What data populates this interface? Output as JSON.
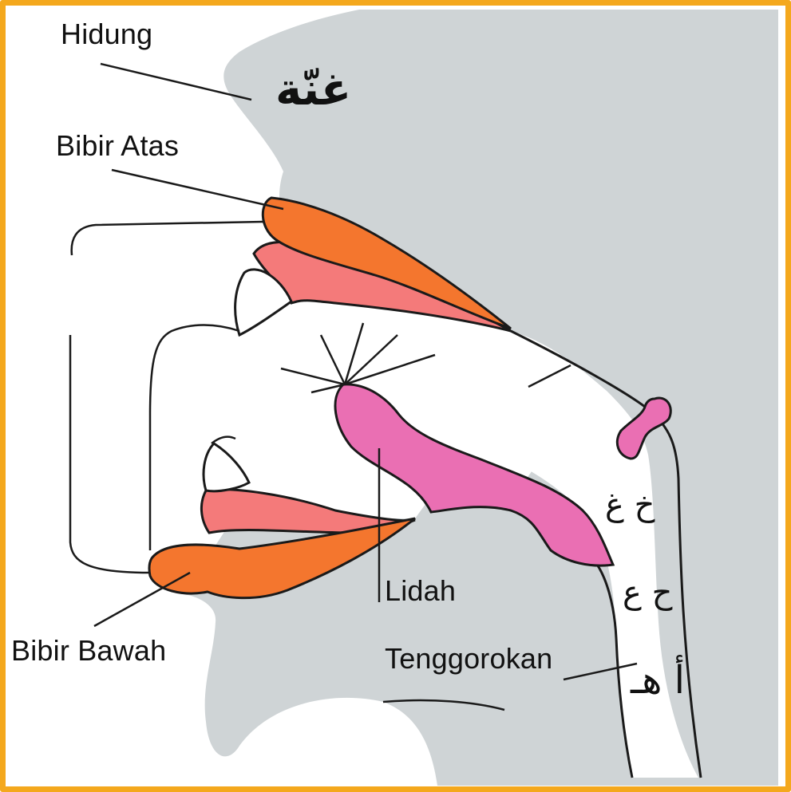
{
  "labels": {
    "nose": "Hidung",
    "upper_lip": "Bibir Atas",
    "lower_lip": "Bibir Bawah",
    "tongue": "Lidah",
    "throat": "Tenggorokan"
  },
  "arabic": {
    "ghunnah": "غنّة",
    "throat_top": "خ غ",
    "throat_middle": "ح ع",
    "throat_deep": "أ هـ"
  },
  "colors": {
    "frame": "#f4a81d",
    "head": "#cfd4d6",
    "lips": "#f4762e",
    "gums": "#f47a7a",
    "tongue": "#ea6fb3",
    "outline": "#1a1a1a"
  }
}
